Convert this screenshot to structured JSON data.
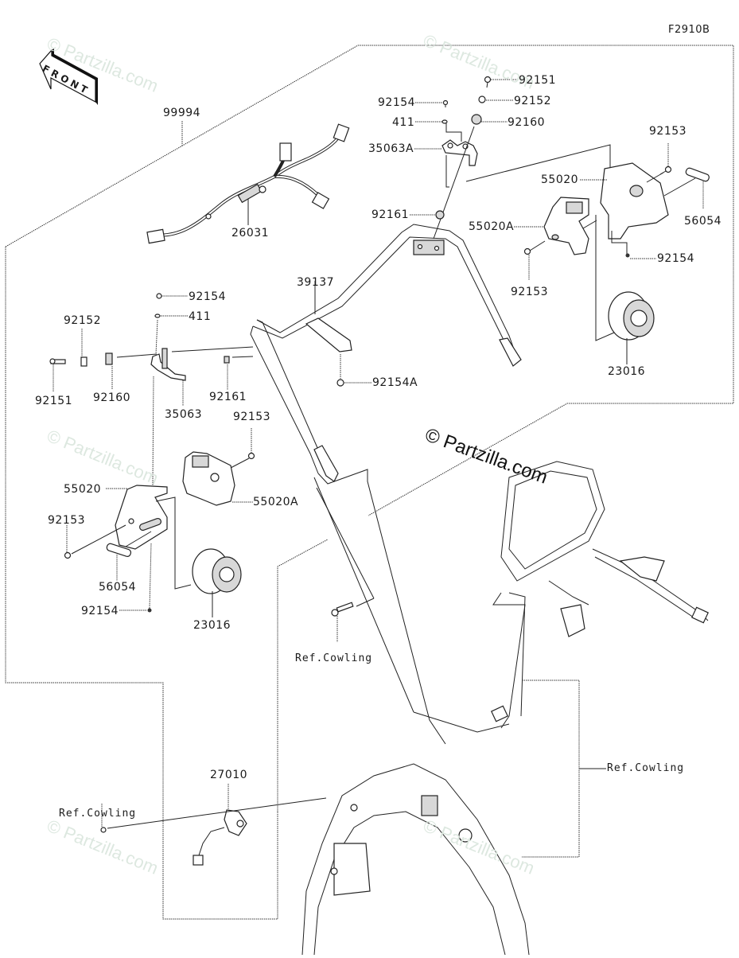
{
  "diagram": {
    "code": "F2910B",
    "front_label": "FRONT",
    "watermarks": [
      "© Partzilla.com",
      "© Partzilla.com",
      "© Partzilla.com",
      "© Partzilla.com",
      "© Partzilla.com"
    ],
    "main_watermark": "© Partzilla.com",
    "labels": {
      "p99994": "99994",
      "p26031": "26031",
      "p92151_top": "92151",
      "p92152_top": "92152",
      "p92154_top": "92154",
      "p411_top": "411",
      "p92160_top": "92160",
      "p35063A": "35063A",
      "p92153_tr": "92153",
      "p55020_r": "55020",
      "p56054_r": "56054",
      "p92161_top": "92161",
      "p55020A_r": "55020A",
      "p92154_r": "92154",
      "p92153_r": "92153",
      "p23016_r": "23016",
      "p39137": "39137",
      "p92154A": "92154A",
      "p92154_l": "92154",
      "p411_l": "411",
      "p92152_l": "92152",
      "p92151_l": "92151",
      "p92160_l": "92160",
      "p35063": "35063",
      "p92161_l": "92161",
      "p92153_lm": "92153",
      "p55020_l": "55020",
      "p55020A_l": "55020A",
      "p92153_l": "92153",
      "p56054_l": "56054",
      "p92154_lb": "92154",
      "p23016_l": "23016",
      "ref_cowling_mid": "Ref.Cowling",
      "ref_cowling_right": "Ref.Cowling",
      "ref_cowling_left": "Ref.Cowling",
      "p27010": "27010"
    }
  }
}
